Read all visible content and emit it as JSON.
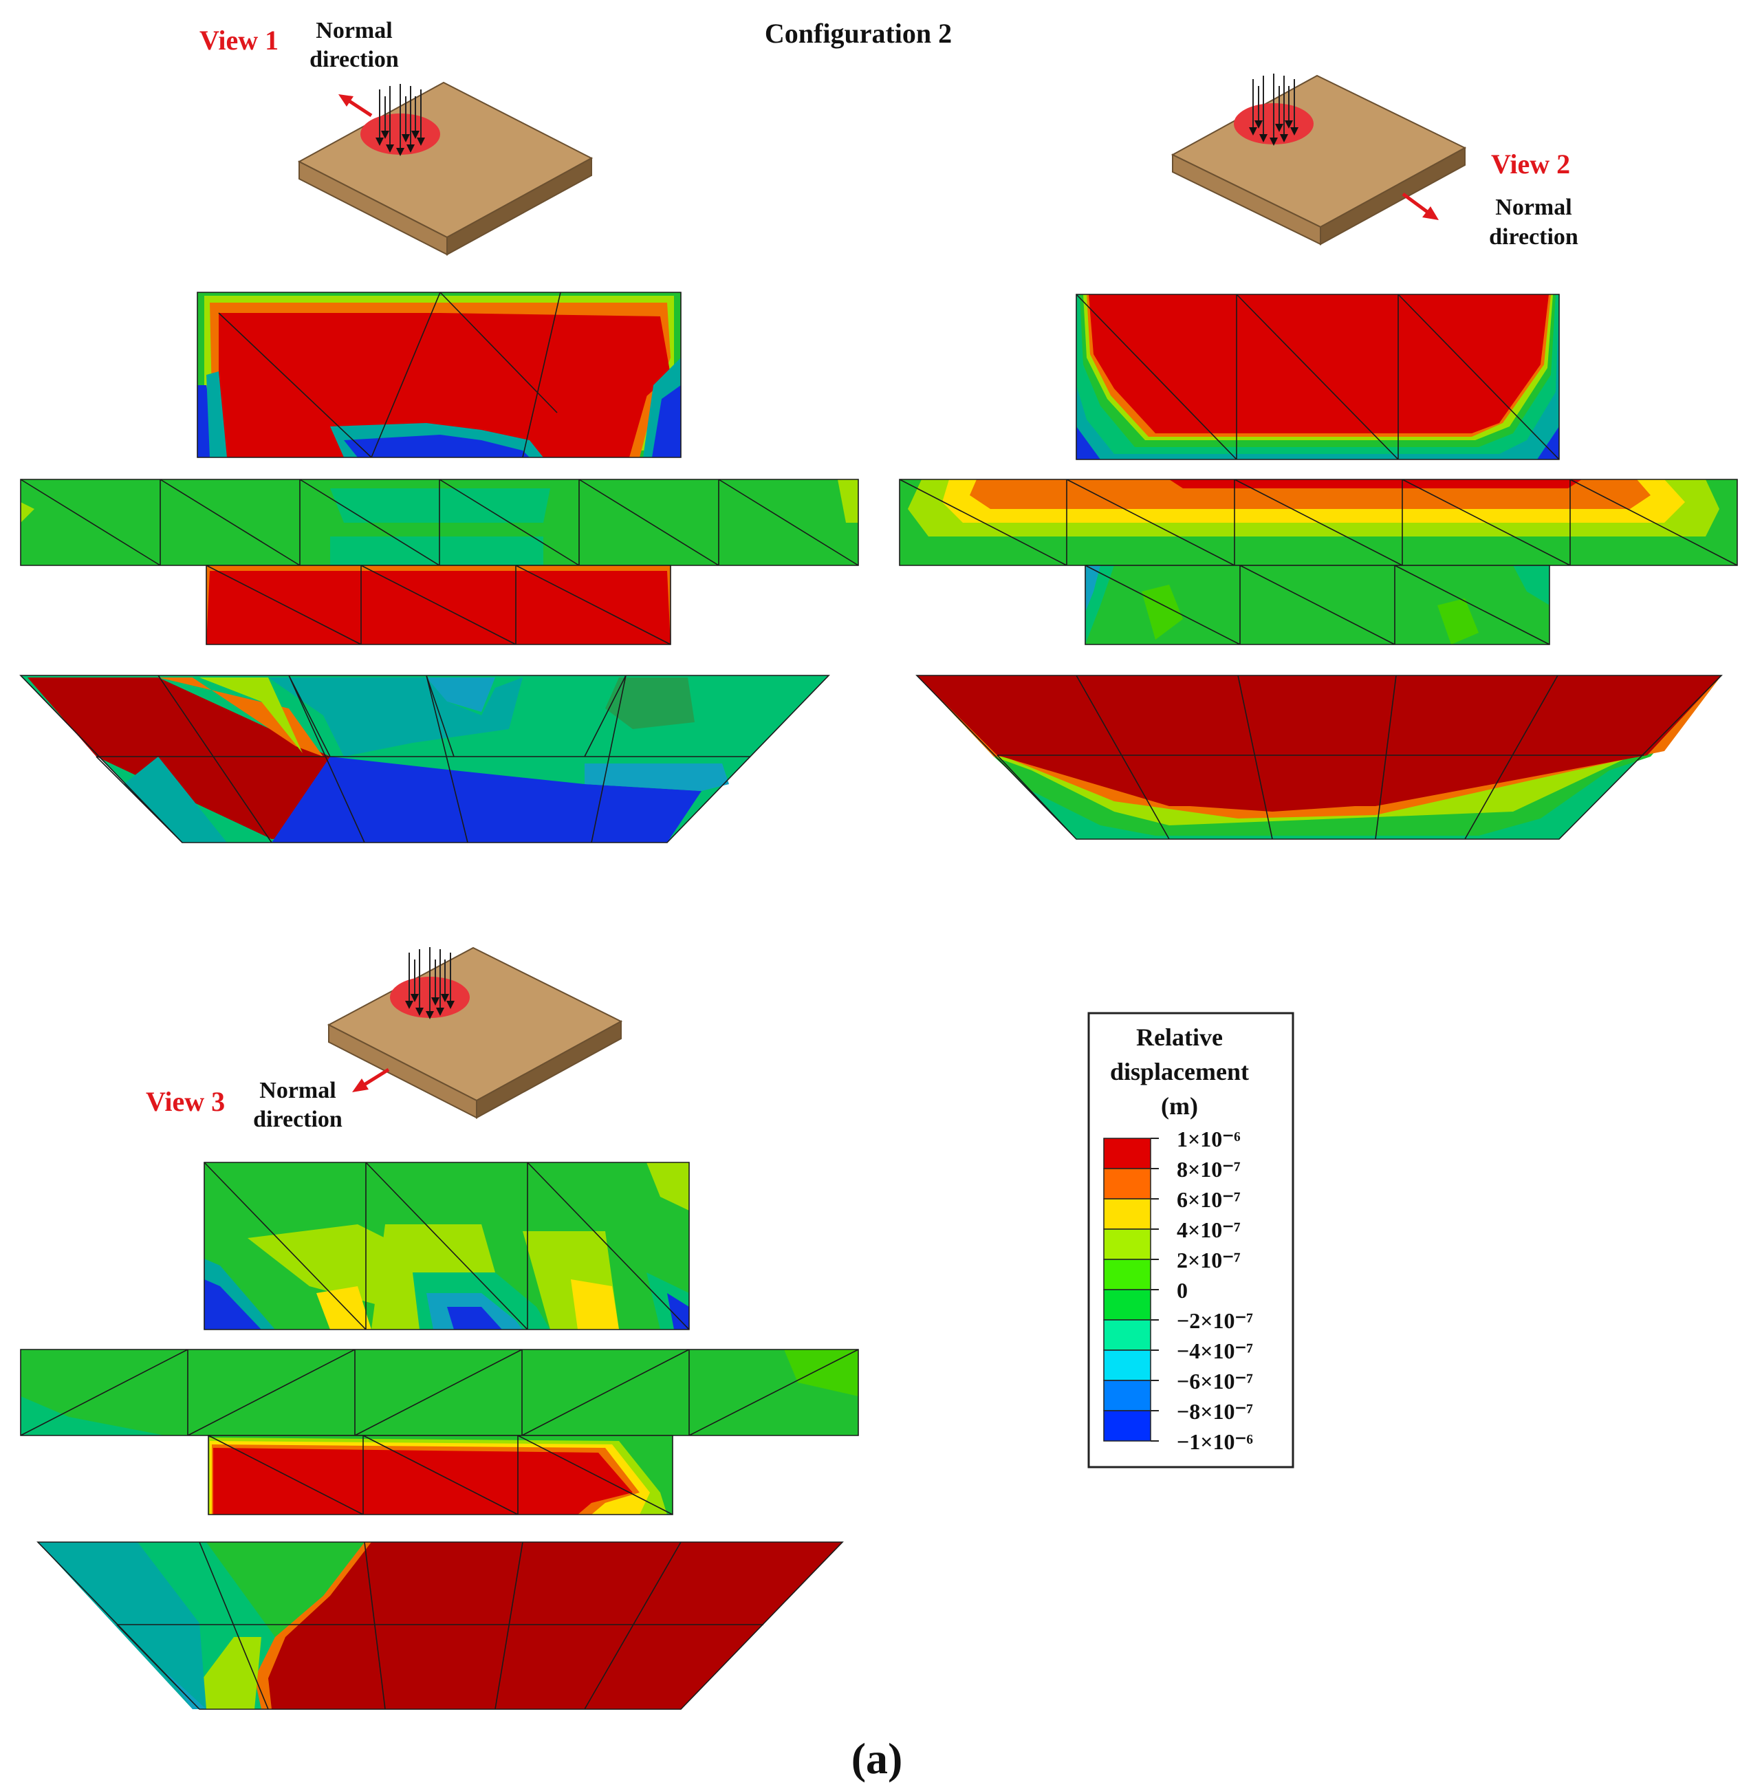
{
  "figure": {
    "title": "Configuration 2",
    "caption": "(a)"
  },
  "views": [
    {
      "label": "View 1",
      "normal_label_line1": "Normal",
      "normal_label_line2": "direction"
    },
    {
      "label": "View 2",
      "normal_label_line1": "Normal",
      "normal_label_line2": "direction"
    },
    {
      "label": "View 3",
      "normal_label_line1": "Normal",
      "normal_label_line2": "direction"
    }
  ],
  "legend": {
    "title_line1": "Relative",
    "title_line2": "displacement",
    "title_line3": "(m)",
    "ticks": [
      "1×10⁻⁶",
      "8×10⁻⁷",
      "6×10⁻⁷",
      "4×10⁻⁷",
      "2×10⁻⁷",
      "0",
      "−2×10⁻⁷",
      "−4×10⁻⁷",
      "−6×10⁻⁷",
      "−8×10⁻⁷",
      "−1×10⁻⁶"
    ],
    "colors": [
      "#e00000",
      "#ff6a00",
      "#ffe000",
      "#a8f000",
      "#40f000",
      "#00e030",
      "#00f0a0",
      "#00e0f8",
      "#0080ff",
      "#0030ff"
    ]
  },
  "colors": {
    "red": "#d80000",
    "dark_red": "#b00000",
    "orange": "#f07000",
    "yellow_green": "#a0e000",
    "green": "#20d020",
    "teal_green": "#00c070",
    "teal": "#00a8a0",
    "blue": "#1030e0",
    "slab_top": "#c49a66",
    "slab_side": "#8b6a40",
    "load_ellipse": "#e8353a"
  }
}
